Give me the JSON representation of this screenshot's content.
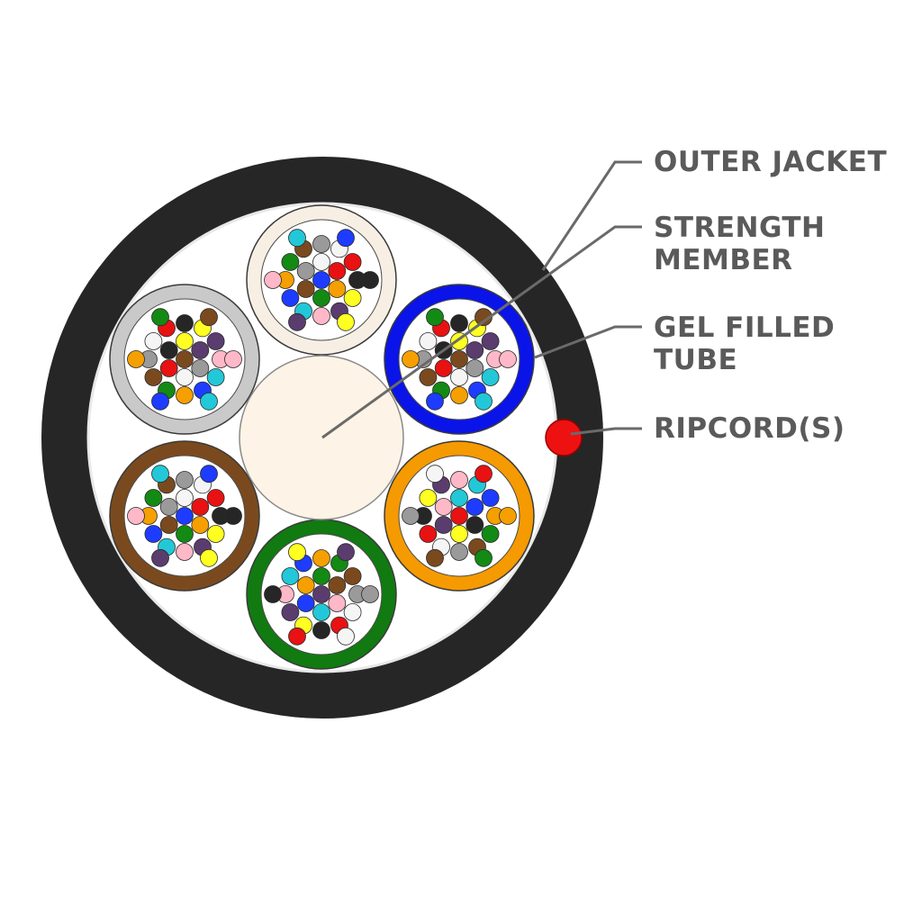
{
  "labels": {
    "outer_jacket": "OUTER JACKET",
    "strength_member": [
      "STRENGTH",
      "MEMBER"
    ],
    "gel_filled_tube": [
      "GEL FILLED",
      "TUBE"
    ],
    "ripcord": "RIPCORD(S)"
  },
  "colors": {
    "jacket": "#262626",
    "jacket_interior": "#ffffff",
    "strength_member": "#fdf3e6",
    "ripcord": "#ee1111",
    "leader_line": "#6a6a6a",
    "label_text": "#5a5a5a",
    "tube_interior": "#ffffff"
  },
  "tubes": [
    {
      "id": "top",
      "color": "#f7efe4"
    },
    {
      "id": "upper-right",
      "color": "#0a14e8"
    },
    {
      "id": "lower-right",
      "color": "#f59a00"
    },
    {
      "id": "bottom",
      "color": "#117a11"
    },
    {
      "id": "lower-left",
      "color": "#7a4a1e"
    },
    {
      "id": "upper-left",
      "color": "#c9c9c9"
    }
  ],
  "fiber_colors": [
    "#1e3cff",
    "#f5a000",
    "#138a13",
    "#7a4a1e",
    "#9a9a9a",
    "#f5f5f5",
    "#e81212",
    "#262626",
    "#ffff22",
    "#5b3c6e",
    "#ffb8c8",
    "#22c8d8"
  ]
}
